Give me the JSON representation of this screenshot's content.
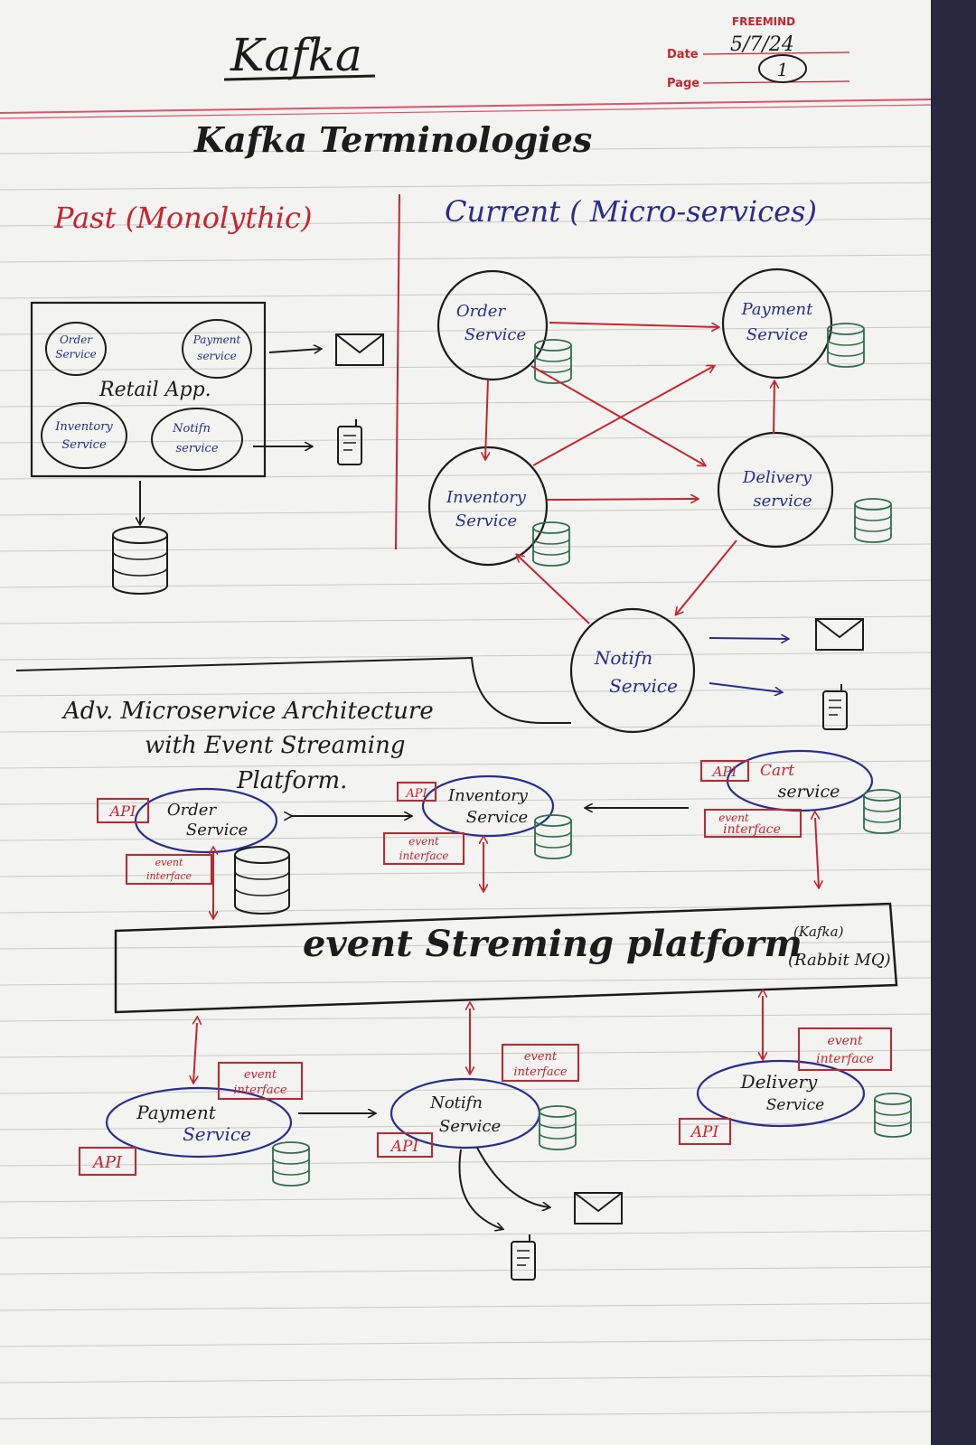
{
  "header": {
    "title": "Kafka",
    "brand": "FREEMIND",
    "date_label": "Date",
    "date_value": "5/7/24",
    "page_label": "Page",
    "page_value": "1",
    "subtitle": "Kafka Terminologies"
  },
  "past": {
    "heading": "Past (Monolythic)",
    "app_label": "Retail App.",
    "services": {
      "order": [
        "Order",
        "Service"
      ],
      "payment": [
        "Payment",
        "service"
      ],
      "inventory": [
        "Inventory",
        "Service"
      ],
      "notification": [
        "Notifn",
        "service"
      ]
    }
  },
  "current": {
    "heading": "Current ( Micro-services)",
    "services": {
      "order": [
        "Order",
        "Service"
      ],
      "payment": [
        "Payment",
        "Service"
      ],
      "inventory": [
        "Inventory",
        "Service"
      ],
      "delivery": [
        "Delivery",
        "service"
      ],
      "notification": [
        "Notifn",
        "Service"
      ]
    }
  },
  "advanced": {
    "heading": [
      "Adv. Microservice Architecture",
      "with Event Streaming",
      "Platform."
    ],
    "platform_label": "event Streming platform",
    "platform_examples": [
      "(Kafka)",
      "(Rabbit MQ)"
    ],
    "tags": {
      "api": "API",
      "event_interface": [
        "event",
        "interface"
      ]
    },
    "services": {
      "order": [
        "Order",
        "Service"
      ],
      "inventory": [
        "Inventory",
        "Service"
      ],
      "cart": [
        "Cart",
        "service"
      ],
      "payment": [
        "Payment",
        "Service"
      ],
      "notification": [
        "Notifn",
        "Service"
      ],
      "delivery": [
        "Delivery",
        "Service"
      ]
    }
  },
  "colors": {
    "paper": "#f3f3f1",
    "rule_line": "#c9c9c7",
    "margin_red": "#d8566a",
    "ink_black": "#1c1c1c",
    "ink_red": "#c8242e",
    "ink_blue": "#2a2d8a",
    "ink_green": "#2f6e4a"
  }
}
